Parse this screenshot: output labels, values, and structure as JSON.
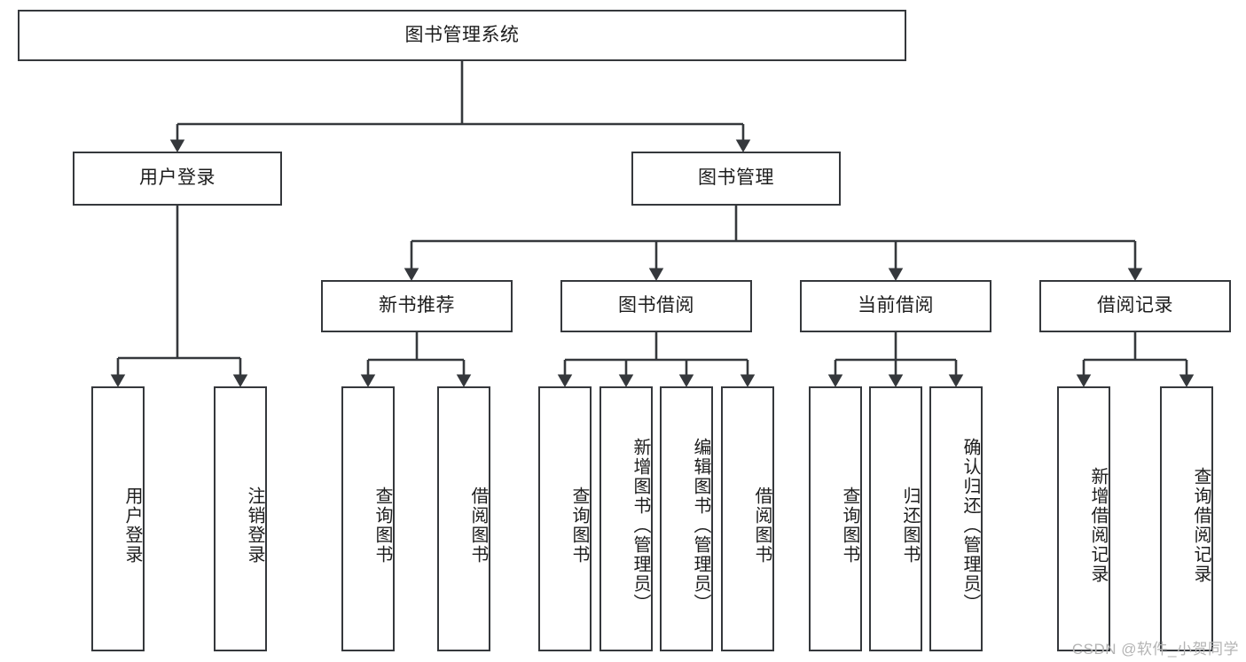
{
  "diagram": {
    "title": "图书管理系统",
    "watermark": "CSDN @软件_小贺同学",
    "stroke_color": "#35383c",
    "text_color": "#1d1d1d",
    "background_color": "#ffffff",
    "nodes": {
      "root": "图书管理系统",
      "level2": {
        "user_login": "用户登录",
        "book_manage": "图书管理"
      },
      "level3": {
        "new_book_recommend": "新书推荐",
        "book_borrow": "图书借阅",
        "current_borrow": "当前借阅",
        "borrow_record": "借阅记录"
      },
      "leaves": {
        "user_login_1": "用户登录",
        "user_login_2": "注销登录",
        "recommend_1": "查询图书",
        "recommend_2": "借阅图书",
        "borrow_1": "查询图书",
        "borrow_2": "新增图书（管理员）",
        "borrow_3": "编辑图书（管理员）",
        "borrow_4": "借阅图书",
        "current_1": "查询图书",
        "current_2": "归还图书",
        "current_3": "确认归还（管理员）",
        "record_1": "新增借阅记录",
        "record_2": "查询借阅记录"
      }
    }
  }
}
